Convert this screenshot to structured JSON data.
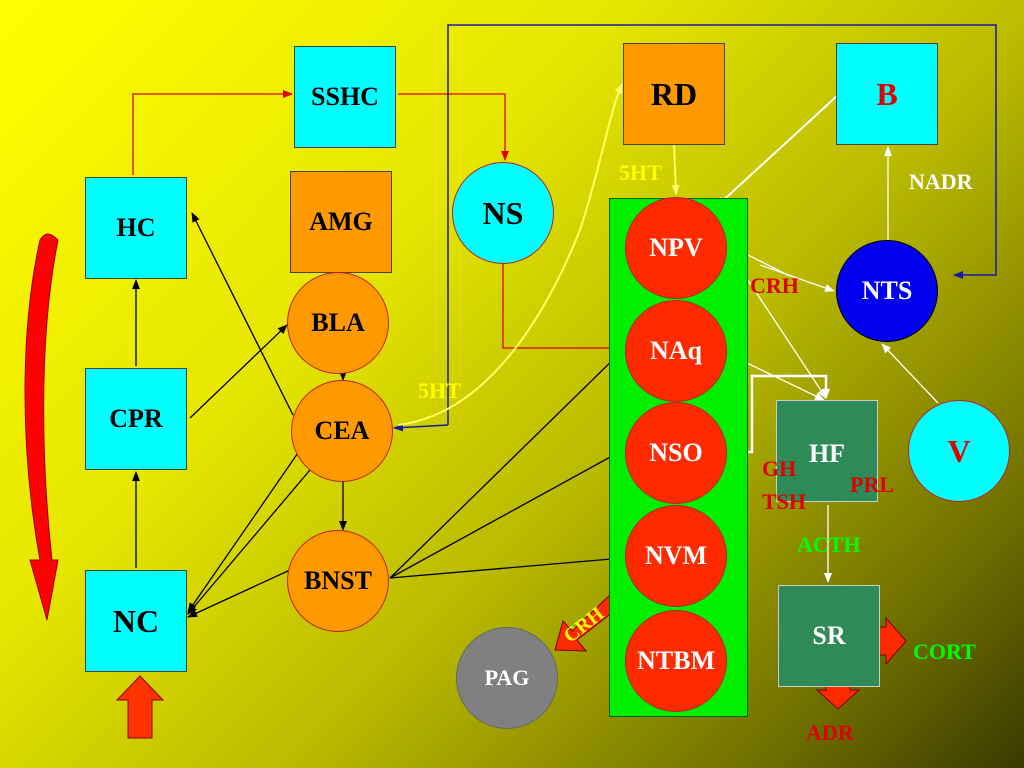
{
  "colors": {
    "cyan": "#00ffff",
    "orange": "#ff9900",
    "red": "#ff2a00",
    "blue": "#0000ee",
    "column_green": "#00ee00",
    "dark_green": "#2e8b57",
    "gray": "#808080",
    "label_red": "#e00000",
    "label_green": "#00ff00",
    "label_yellow": "#ffff00",
    "label_white": "#ffffff"
  },
  "nodes": {
    "hc": "HC",
    "cpr": "CPR",
    "nc": "NC",
    "sshc": "SSHC",
    "amg": "AMG",
    "bla": "BLA",
    "cea": "CEA",
    "bnst": "BNST",
    "ns": "NS",
    "rd": "RD",
    "b": "B",
    "npv": "NPV",
    "naq": "NAq",
    "nso": "NSO",
    "nvm": "NVM",
    "ntbm": "NTBM",
    "nts": "NTS",
    "hf": "HF",
    "v": "V",
    "sr": "SR",
    "pag": "PAG"
  },
  "labels": {
    "ht_left": "5HT",
    "ht_top": "5HT",
    "nadr": "NADR",
    "crh_mid": "CRH",
    "crh_arrow": "CRH",
    "gh": "GH",
    "tsh": "TSH",
    "prl": "PRL",
    "acth": "ACTH",
    "cort": "CORT",
    "adr": "ADR"
  }
}
